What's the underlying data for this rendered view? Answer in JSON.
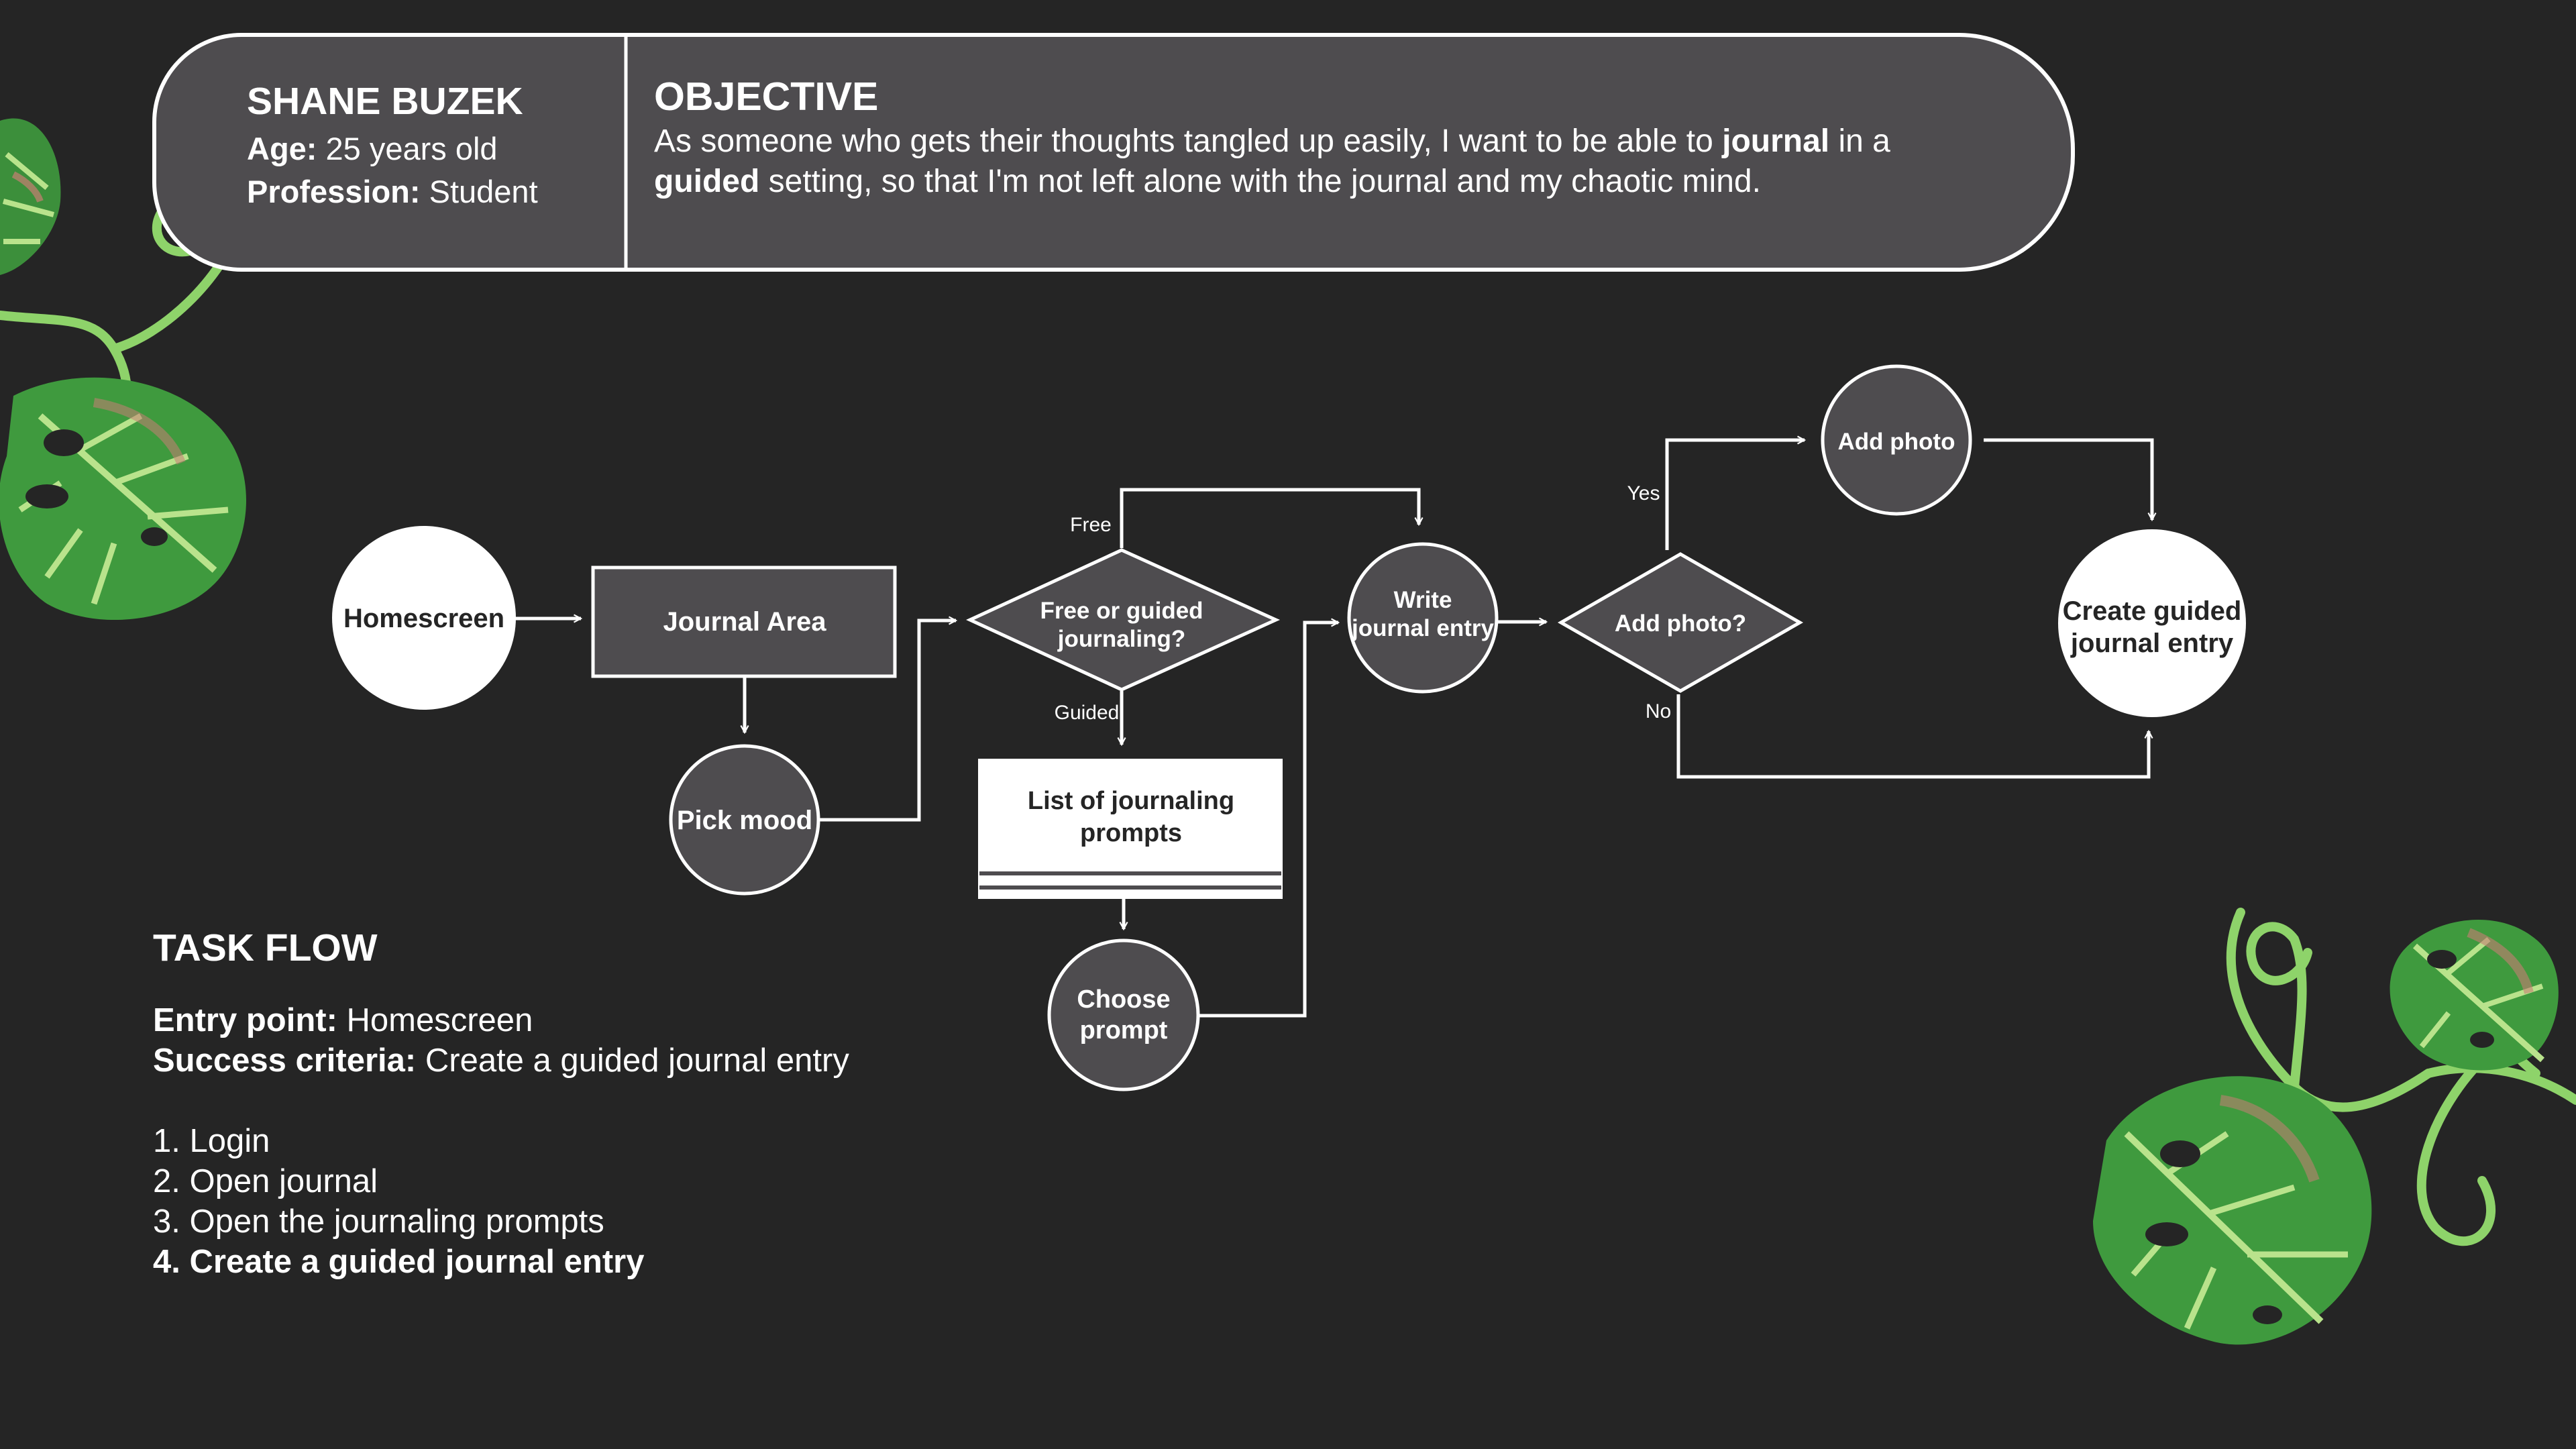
{
  "persona": {
    "name": "SHANE BUZEK",
    "age_label": "Age:",
    "age_value": " 25 years old",
    "profession_label": "Profession:",
    "profession_value": " Student"
  },
  "objective": {
    "title": "OBJECTIVE",
    "line1_a": "As someone who gets their thoughts tangled up easily, I want to be able to ",
    "line1_b": "journal",
    "line1_c": " in a",
    "line2_a": "guided",
    "line2_b": " setting, so that I'm not left alone with the journal and my chaotic mind."
  },
  "task_flow": {
    "title": "TASK FLOW",
    "entry_label": "Entry point:",
    "entry_value": " Homescreen",
    "success_label": "Success criteria:",
    "success_value": " Create a guided journal entry",
    "steps": [
      "1. Login",
      "2. Open journal",
      "3. Open the journaling prompts",
      "4. Create a guided journal entry"
    ]
  },
  "flow": {
    "homescreen": "Homescreen",
    "journal_area": "Journal Area",
    "pick_mood": "Pick mood",
    "decision1": [
      "Free or guided",
      "journaling?"
    ],
    "free": "Free",
    "guided": "Guided",
    "prompt_list": [
      "List of journaling",
      "prompts"
    ],
    "choose_prompt": [
      "Choose",
      "prompt"
    ],
    "write_entry": [
      "Write",
      "journal entry"
    ],
    "decision2": "Add photo?",
    "yes": "Yes",
    "no": "No",
    "add_photo": "Add photo",
    "create_entry": [
      "Create guided",
      "journal entry"
    ]
  },
  "colors": {
    "background": "#252525",
    "node_dark": "#4e4c4f",
    "node_light": "#ffffff",
    "leaf_green": "#3f9a3e",
    "vine_green": "#8ed36a"
  }
}
